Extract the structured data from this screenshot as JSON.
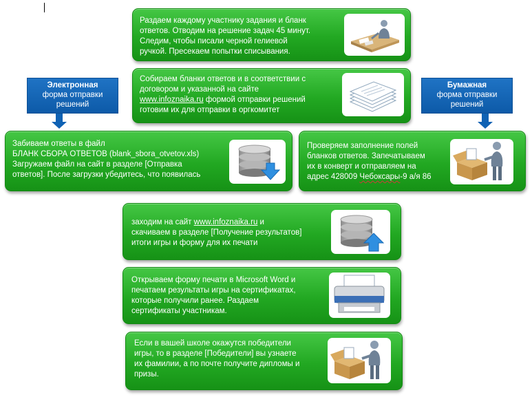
{
  "steps": {
    "distribute": {
      "lines": [
        "Раздаем каждому участнику задания и бланк",
        "ответов. Отводим на решение задач 45 минут.",
        "Следим, чтобы писали черной гелиевой",
        "ручкой. Пресекаем попытки списывания."
      ],
      "icon": "teacher-at-desk-icon"
    },
    "collect": {
      "line1": "Собираем бланки ответов и в соответствии с",
      "line2": "договором и указанной на сайте",
      "link": "www.infoznaika.ru",
      "line3_rest": " формой отправки решений",
      "line4": "готовим их для отправки в оргкомитет",
      "icon": "paper-stack-icon"
    },
    "electronic": {
      "line1": "Забиваем ответы в файл",
      "line2_a": "БЛАНК СБОРА ОТВЕТОВ (",
      "file": "blank_sbora_otvetov.xls",
      "line2_b": ")",
      "line3": "Загружаем файл на сайт в разделе  [Отправка",
      "line4": "ответов]. После загрузки убедитесь, что появилась",
      "icon": "database-download-icon"
    },
    "paper": {
      "line1": "Проверяем заполнение полей",
      "line2": "бланков ответов. Запечатываем",
      "line3": "их в конверт и отправляем на",
      "line4_a": "адрес 428009 ",
      "city": "Чебоксары",
      "line4_b": "-9 а/я 86",
      "icon": "person-with-box-icon"
    },
    "results": {
      "line1_a": "заходим на сайт ",
      "link": "www.infoznaika.ru",
      "line1_b": "  и",
      "line2": "скачиваем в разделе [Получение результатов]",
      "line3": "итоги игры и форму для их печати",
      "icon": "database-upload-icon"
    },
    "print": {
      "lines": [
        "Открываем форму печати в Microsoft Word и",
        "печатаем результаты игры на сертификатах,",
        "которые получили ранее. Раздаем",
        "сертификаты участникам."
      ],
      "icon": "printer-icon"
    },
    "winners": {
      "lines": [
        "Если в вашей школе окажутся победители",
        "игры, то в разделе [Победители] вы узнаете",
        "их фамилии, а по почте получите дипломы и",
        "призы."
      ],
      "icon": "person-with-box-icon"
    }
  },
  "banners": {
    "electronic": {
      "title": "Электронная",
      "sub1": "форма отправки",
      "sub2": "решений"
    },
    "paper": {
      "title": "Бумажная",
      "sub1": "форма отправки",
      "sub2": "решений"
    }
  },
  "colors": {
    "box_green": "#22a822",
    "banner_blue": "#0f62b4",
    "text": "#ffffff"
  }
}
